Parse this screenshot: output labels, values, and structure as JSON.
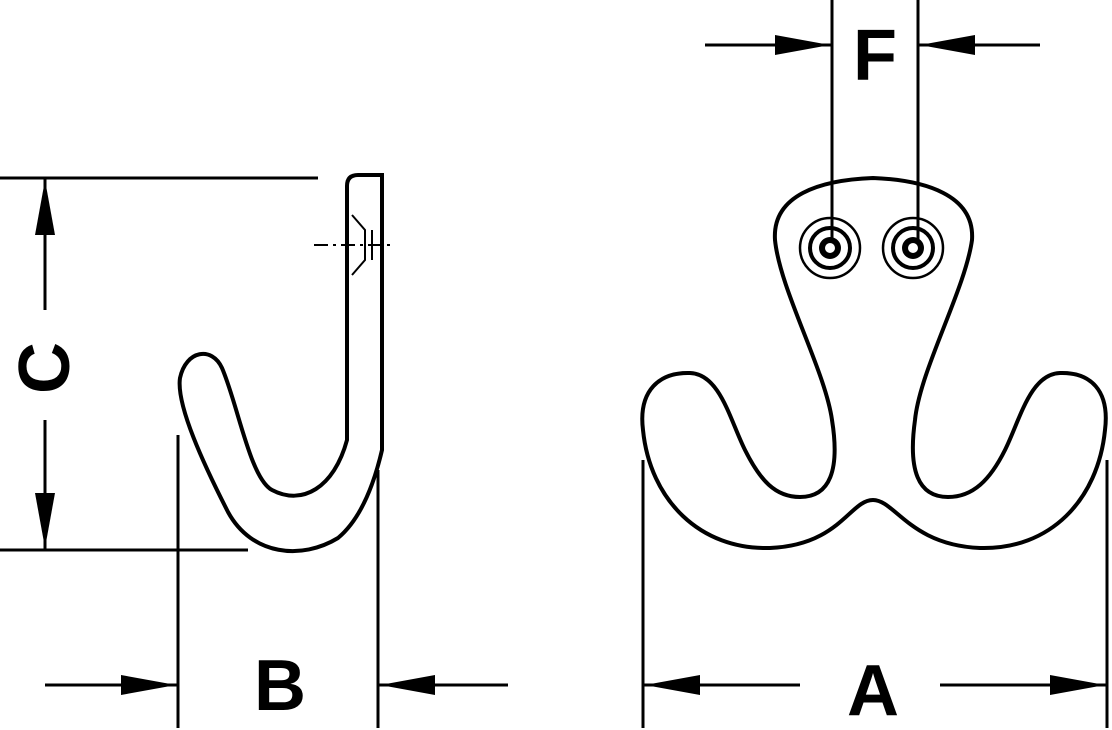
{
  "diagram": {
    "labels": {
      "A": "A",
      "B": "B",
      "C": "C",
      "F": "F"
    },
    "colors": {
      "line": "#000000",
      "background": "#ffffff"
    }
  }
}
